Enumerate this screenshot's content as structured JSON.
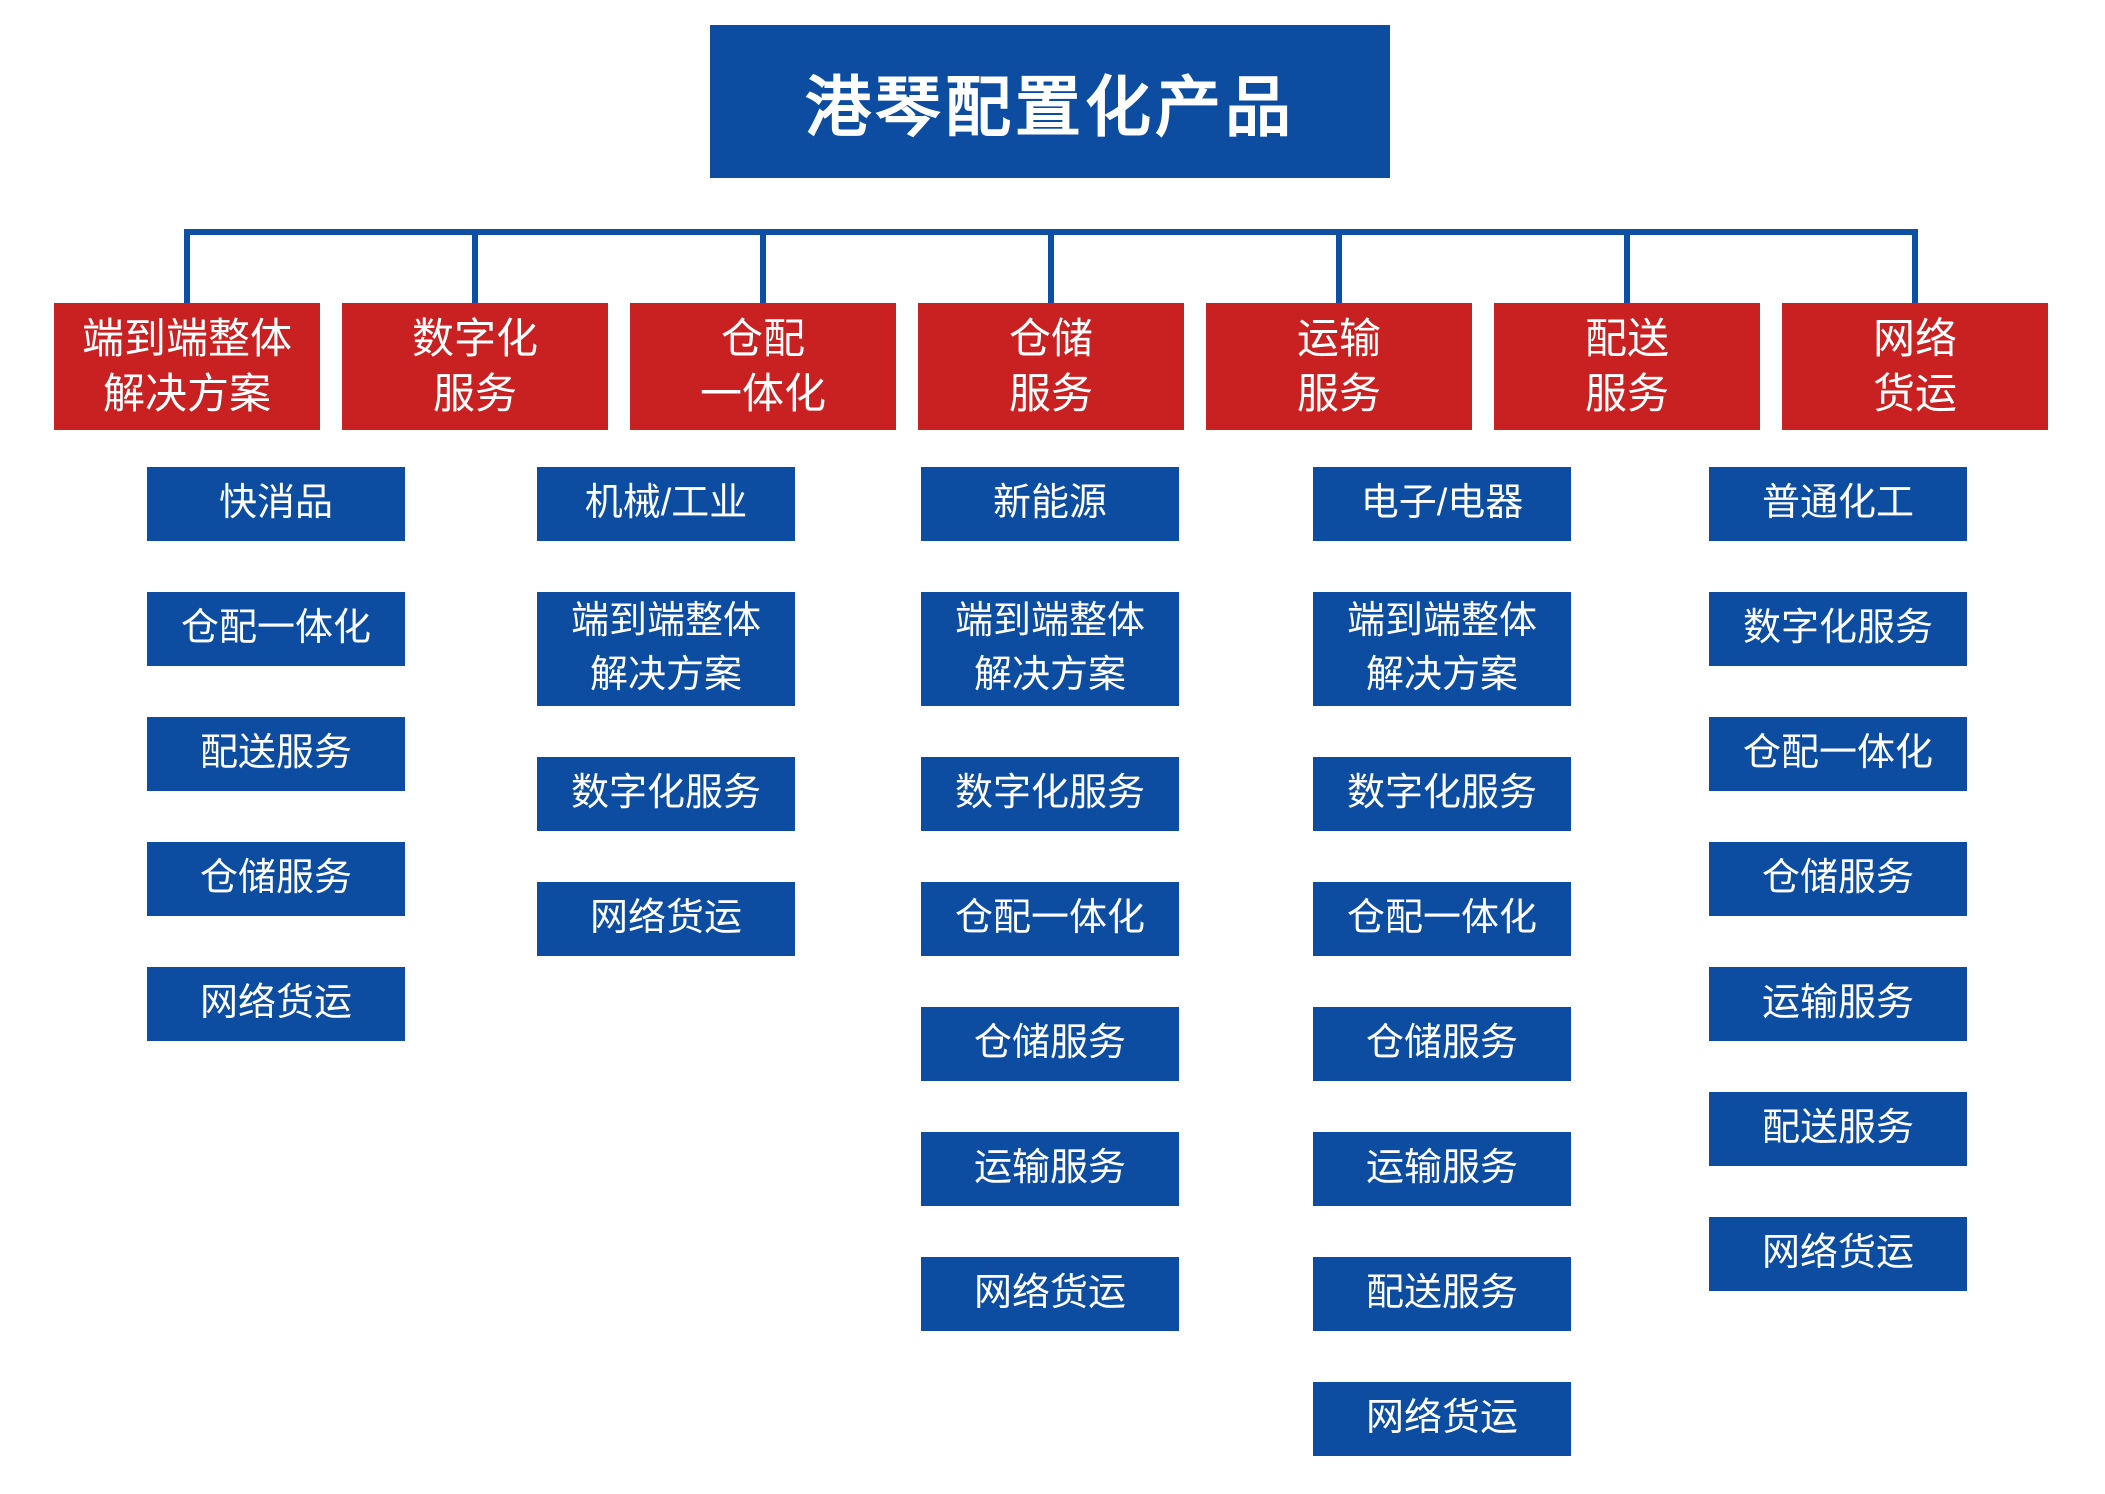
{
  "title": "港琴配置化产品",
  "colors": {
    "node_blue": "#0C4DA2",
    "node_red": "#C92121",
    "connector": "#0E4FA3",
    "text": "#FFFFFF",
    "background": "#FFFFFF"
  },
  "categories": [
    {
      "lines": [
        "端到端整体",
        "解决方案"
      ]
    },
    {
      "lines": [
        "数字化",
        "服务"
      ]
    },
    {
      "lines": [
        "仓配",
        "一体化"
      ]
    },
    {
      "lines": [
        "仓储",
        "服务"
      ]
    },
    {
      "lines": [
        "运输",
        "服务"
      ]
    },
    {
      "lines": [
        "配送",
        "服务"
      ]
    },
    {
      "lines": [
        "网络",
        "货运"
      ]
    }
  ],
  "columns": [
    {
      "boxes": [
        {
          "lines": [
            "快消品"
          ]
        },
        {
          "lines": [
            "仓配一体化"
          ]
        },
        {
          "lines": [
            "配送服务"
          ]
        },
        {
          "lines": [
            "仓储服务"
          ]
        },
        {
          "lines": [
            "网络货运"
          ]
        }
      ]
    },
    {
      "boxes": [
        {
          "lines": [
            "机械/工业"
          ]
        },
        {
          "lines": [
            "端到端整体",
            "解决方案"
          ]
        },
        {
          "lines": [
            "数字化服务"
          ]
        },
        {
          "lines": [
            "网络货运"
          ]
        }
      ]
    },
    {
      "boxes": [
        {
          "lines": [
            "新能源"
          ]
        },
        {
          "lines": [
            "端到端整体",
            "解决方案"
          ]
        },
        {
          "lines": [
            "数字化服务"
          ]
        },
        {
          "lines": [
            "仓配一体化"
          ]
        },
        {
          "lines": [
            "仓储服务"
          ]
        },
        {
          "lines": [
            "运输服务"
          ]
        },
        {
          "lines": [
            "网络货运"
          ]
        }
      ]
    },
    {
      "boxes": [
        {
          "lines": [
            "电子/电器"
          ]
        },
        {
          "lines": [
            "端到端整体",
            "解决方案"
          ]
        },
        {
          "lines": [
            "数字化服务"
          ]
        },
        {
          "lines": [
            "仓配一体化"
          ]
        },
        {
          "lines": [
            "仓储服务"
          ]
        },
        {
          "lines": [
            "运输服务"
          ]
        },
        {
          "lines": [
            "配送服务"
          ]
        },
        {
          "lines": [
            "网络货运"
          ]
        }
      ]
    },
    {
      "boxes": [
        {
          "lines": [
            "普通化工"
          ]
        },
        {
          "lines": [
            "数字化服务"
          ]
        },
        {
          "lines": [
            "仓配一体化"
          ]
        },
        {
          "lines": [
            "仓储服务"
          ]
        },
        {
          "lines": [
            "运输服务"
          ]
        },
        {
          "lines": [
            "配送服务"
          ]
        },
        {
          "lines": [
            "网络货运"
          ]
        }
      ]
    }
  ]
}
